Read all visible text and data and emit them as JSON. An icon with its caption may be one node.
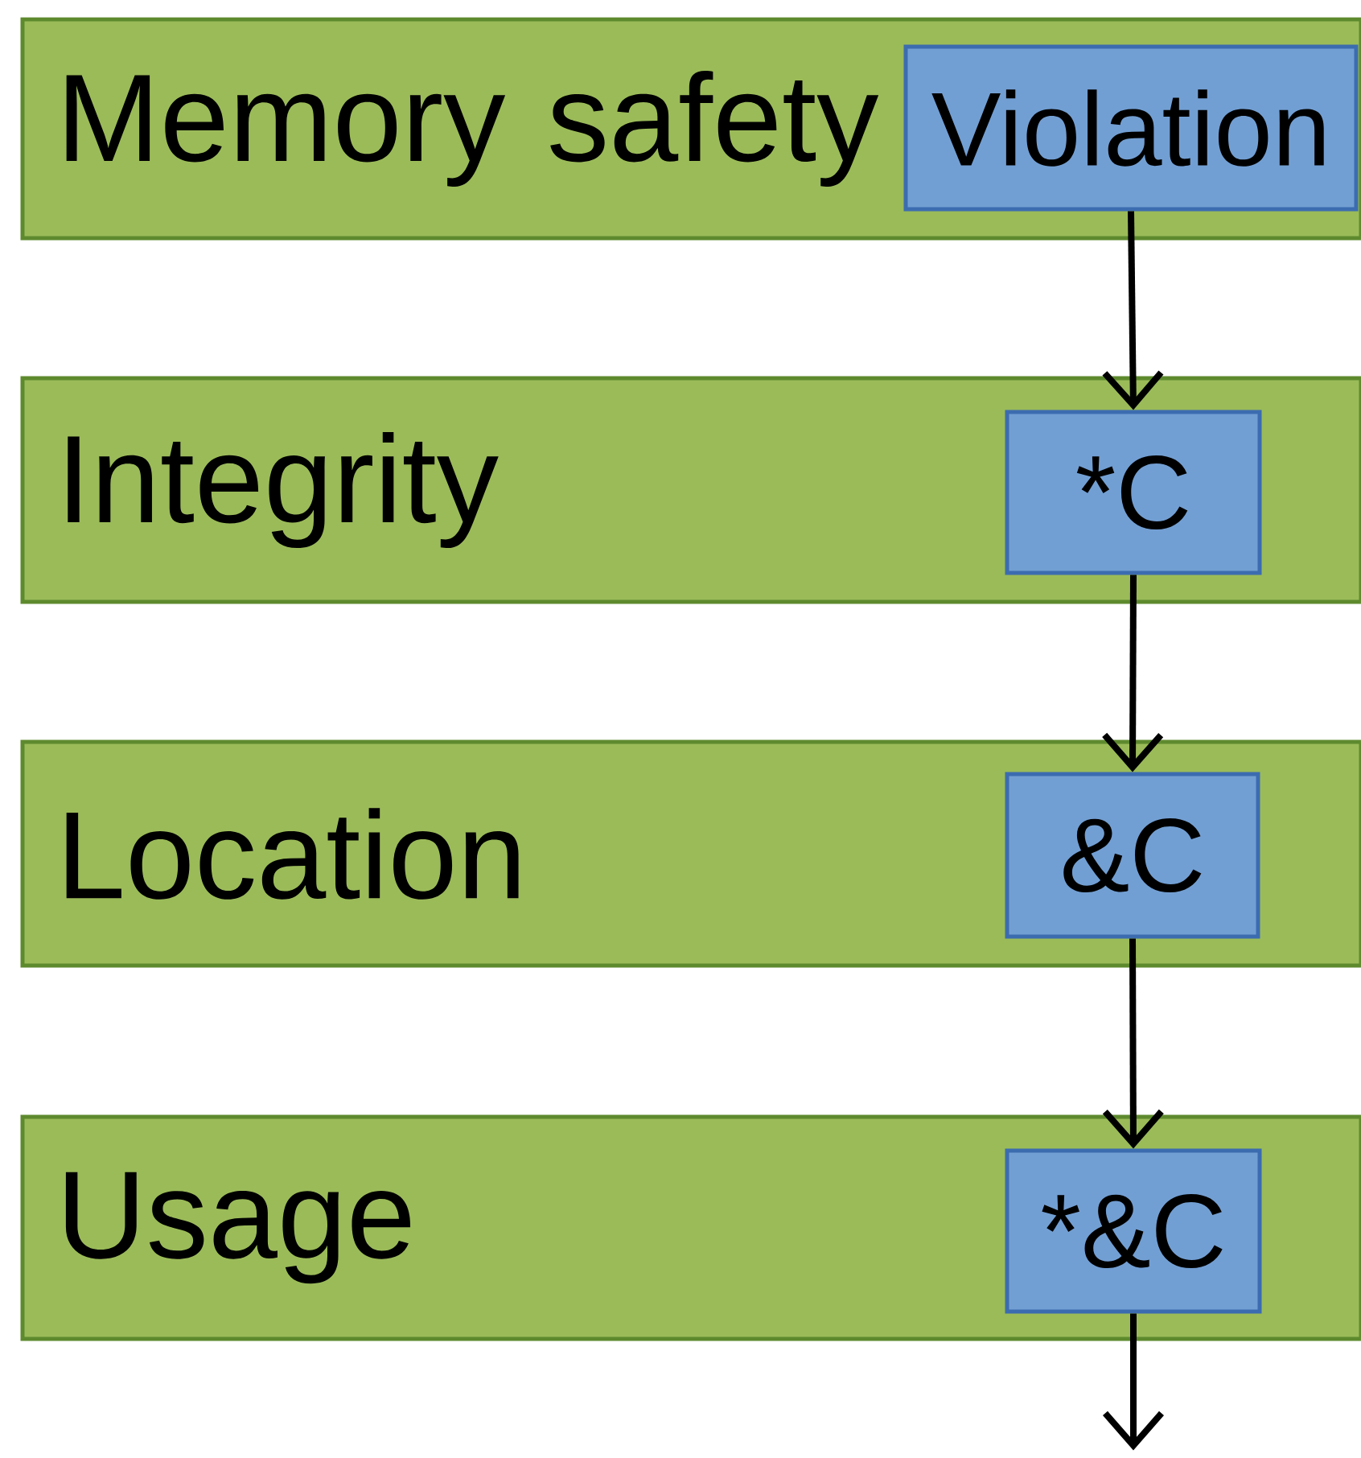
{
  "diagram": {
    "nodes": [
      {
        "text": [
          "Memory safety"
        ]
      },
      {
        "text": [
          "Violation"
        ],
        "in": 0
      },
      {
        "text": [
          "Integrity"
        ]
      },
      {
        "text": [
          "*C"
        ],
        "in": 2
      },
      {
        "text": [
          "Location"
        ]
      },
      {
        "text": [
          "&C"
        ],
        "in": 4
      },
      {
        "text": [
          "Usage"
        ]
      },
      {
        "text": [
          "*&C"
        ],
        "in": 6
      }
    ],
    "edges": [
      {
        "from": 1,
        "to": 3,
        "arrow": "to"
      },
      {
        "from": 3,
        "to": 5,
        "arrow": "to"
      },
      {
        "from": 5,
        "to": 7,
        "arrow": "to"
      },
      {
        "from": 7,
        "to": null,
        "arrow": "to"
      }
    ]
  }
}
